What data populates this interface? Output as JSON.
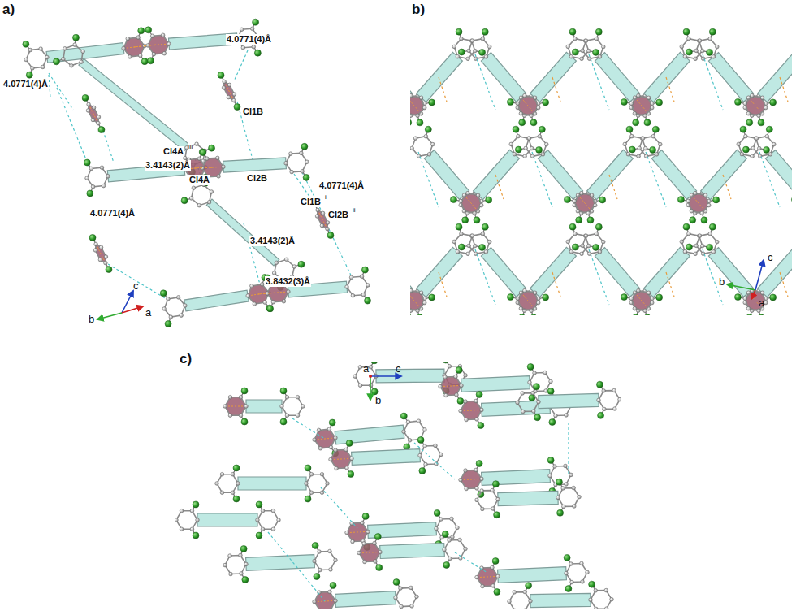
{
  "diagram": {
    "labels": [
      "a)",
      "4.0771(4)Å",
      "Cl1B",
      "4.0771(4)Å",
      "Cl4A",
      "iii",
      "3.4143(2)Å",
      "Cl4A",
      "Cl2B",
      "Cl1B",
      "i",
      "4.0771(4)Å",
      "Cl2B",
      "ii",
      "4.0771(4)Å",
      "3.4143(2)Å",
      "3.8432(3)Å",
      "c",
      "b",
      "a",
      "b)",
      "c",
      "b",
      "a",
      "c)",
      "a",
      "c",
      "b"
    ]
  }
}
